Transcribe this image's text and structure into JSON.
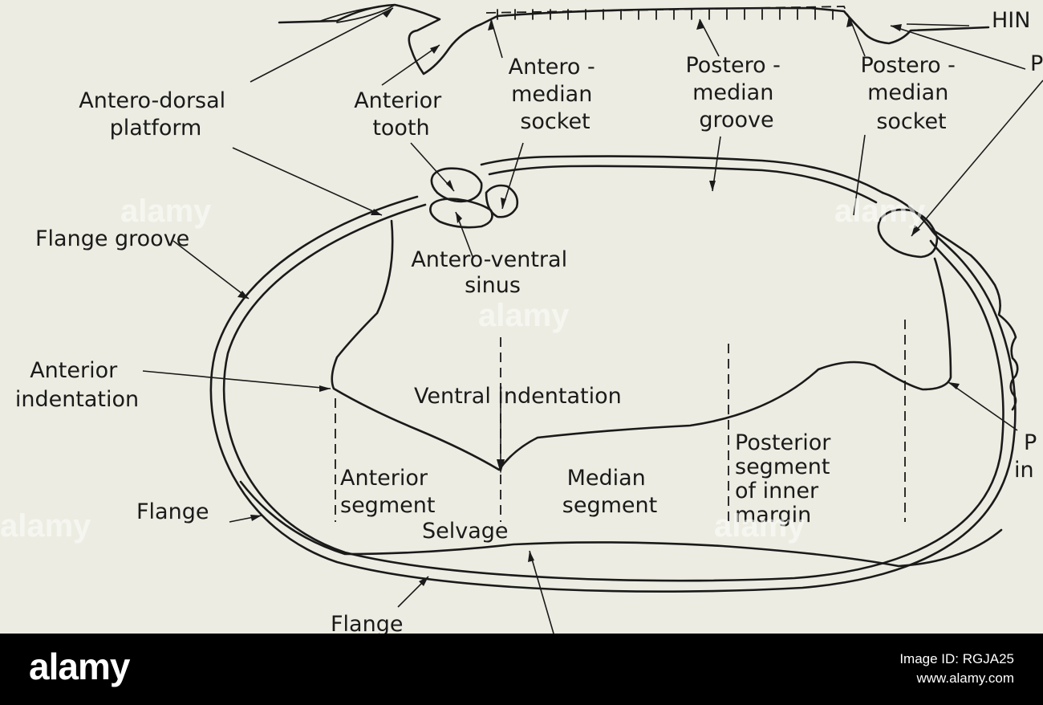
{
  "labels": {
    "hinge": "HIN",
    "p_top": "P",
    "antero_dorsal_platform": [
      "Antero-dorsal",
      "platform"
    ],
    "anterior_tooth": [
      "Anterior",
      "tooth"
    ],
    "antero_median_socket": [
      "Antero -",
      "median",
      "socket"
    ],
    "postero_median_groove": [
      "Postero -",
      "median",
      "groove"
    ],
    "postero_median_socket": [
      "Postero -",
      "median",
      "socket"
    ],
    "flange_groove": "Flange groove",
    "antero_ventral_sinus": [
      "Antero-ventral",
      "sinus"
    ],
    "anterior_indentation": [
      "Anterior",
      "indentation"
    ],
    "ventral_indentation": "Ventral indentation",
    "posterior_indentation": [
      "P",
      "in"
    ],
    "posterior_segment": [
      "Posterior",
      "segment",
      "of inner",
      "margin"
    ],
    "anterior_segment": [
      "Anterior",
      "segment"
    ],
    "median_segment": [
      "Median",
      "segment"
    ],
    "flange_left": "Flange",
    "selvage": "Selvage",
    "flange_bottom": "Flange"
  },
  "watermark": {
    "brand": "alamy"
  },
  "footer": {
    "logo": "alamy",
    "image_id": "Image ID: RGJA25",
    "site": "www.alamy.com"
  }
}
